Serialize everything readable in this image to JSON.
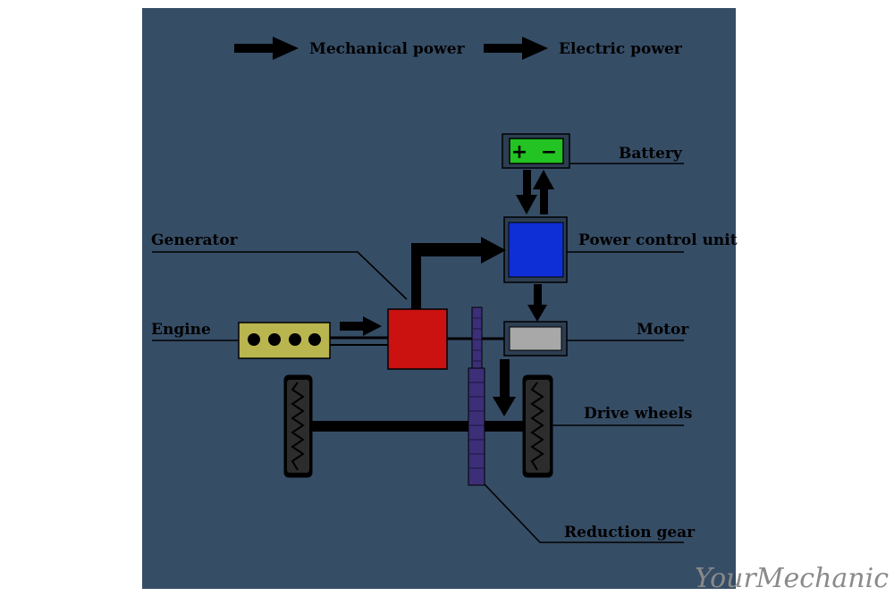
{
  "legend": {
    "mechanical": "Mechanical power",
    "electric": "Electric power"
  },
  "labels": {
    "battery": "Battery",
    "power_control_unit": "Power control unit",
    "generator": "Generator",
    "engine": "Engine",
    "motor": "Motor",
    "drive_wheels": "Drive wheels",
    "reduction_gear": "Reduction gear"
  },
  "battery_symbols": {
    "plus": "+",
    "minus": "−"
  },
  "watermark": "YourMechanic",
  "colors": {
    "background": "#364d66",
    "battery": "#22c322",
    "power_control_unit": "#0f2fd6",
    "generator": "#cc1111",
    "engine": "#b9b54f",
    "motor": "#a8a8a8",
    "reduction_gear": "#3c2f78"
  }
}
